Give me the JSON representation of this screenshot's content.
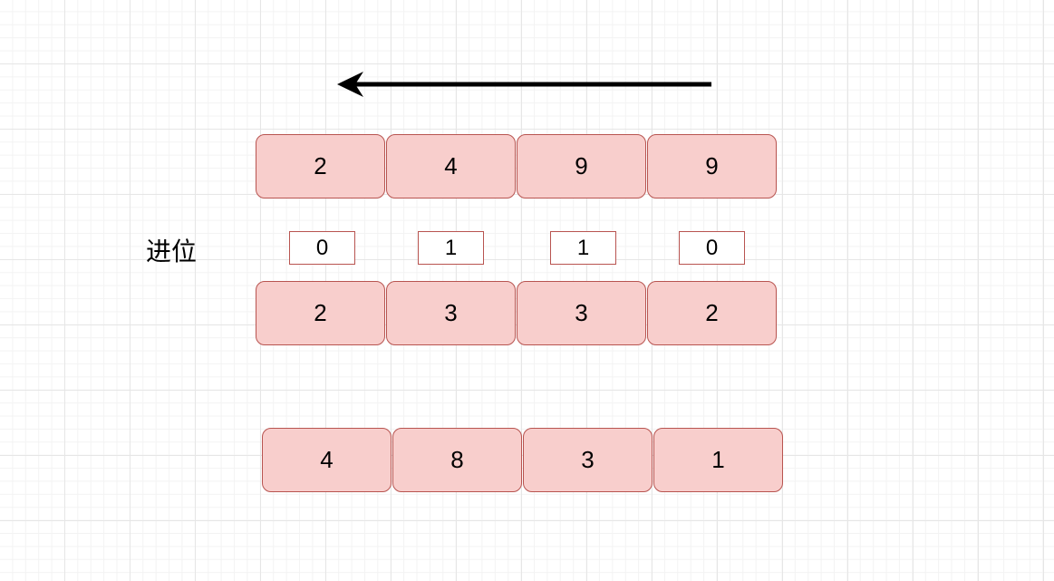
{
  "diagram": {
    "top_row": [
      "2",
      "4",
      "9",
      "9"
    ],
    "carry_label": "进位",
    "carries": [
      "0",
      "1",
      "1",
      "0"
    ],
    "second_row": [
      "2",
      "3",
      "3",
      "2"
    ],
    "result_row": [
      "4",
      "8",
      "3",
      "1"
    ]
  },
  "colors": {
    "cell_fill": "#f8cecc",
    "cell_border": "#b85450",
    "arrow": "#000000"
  }
}
